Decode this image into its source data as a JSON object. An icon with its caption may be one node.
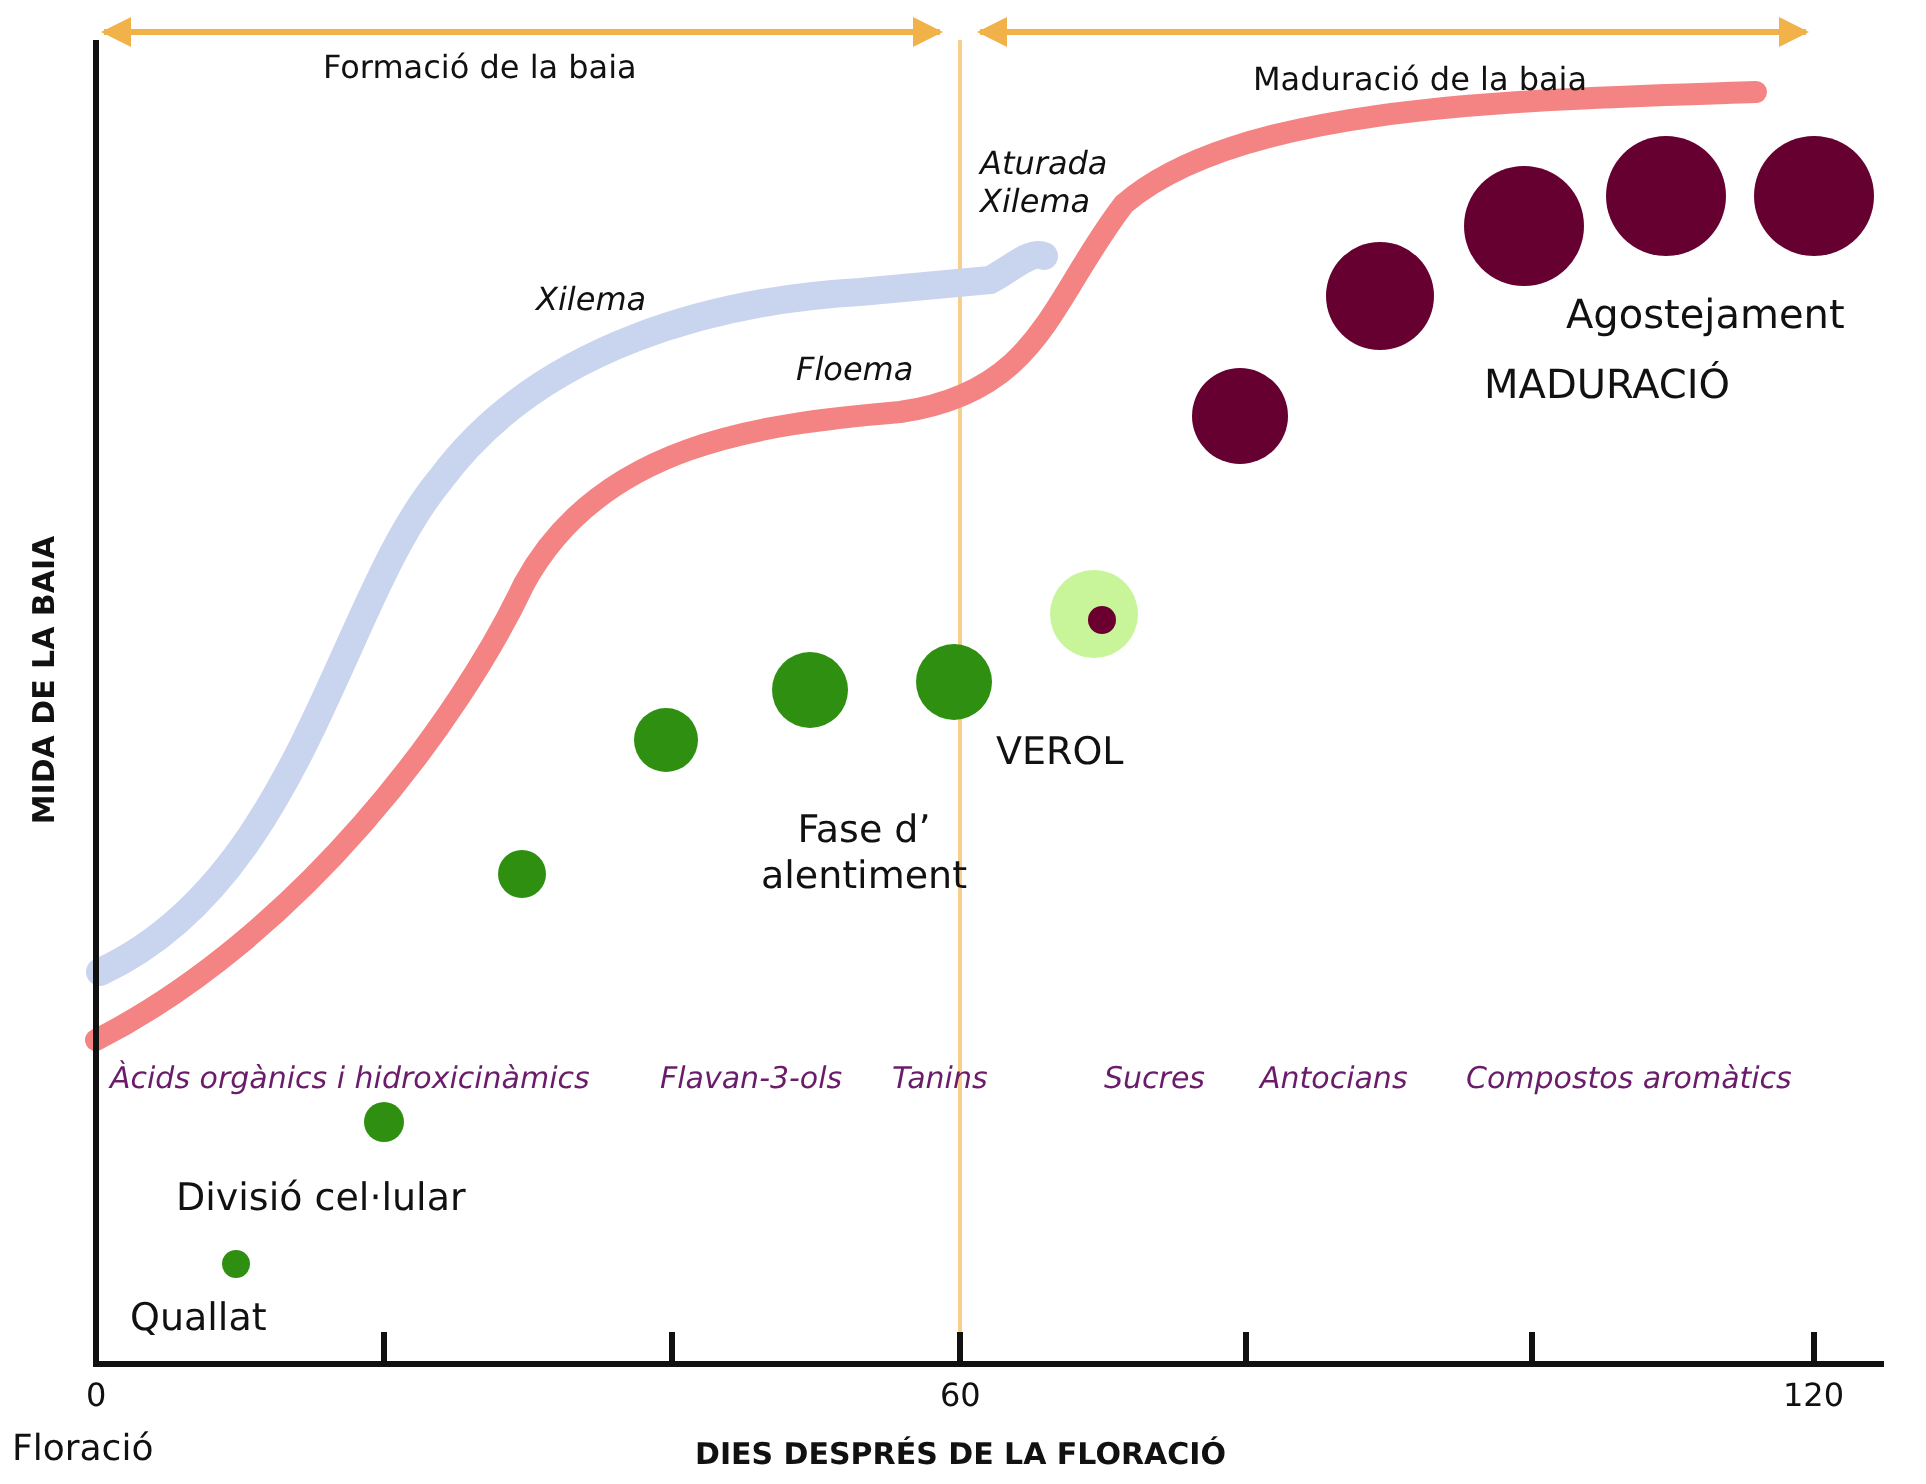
{
  "diagram": {
    "labels": [
      "Formació de la baia",
      "Maduració de la baia",
      "Aturada Xilema",
      "Xilema",
      "Agostejament",
      "Floema",
      "MADURACIÓ",
      "MIDA DE LA BAIA",
      "VEROL",
      "Fase d’ alentiment",
      "Àcids orgànics i hidroxicinàmics",
      "Flavan-3-ols",
      "Tanins",
      "Sucres",
      "Antocians",
      "Compostos aromàtics",
      "Divisió cel·lular",
      "Quallat",
      "0",
      "60",
      "120",
      "Floració",
      "DIES DESPRÉS DE LA FLORACIÓ"
    ]
  }
}
